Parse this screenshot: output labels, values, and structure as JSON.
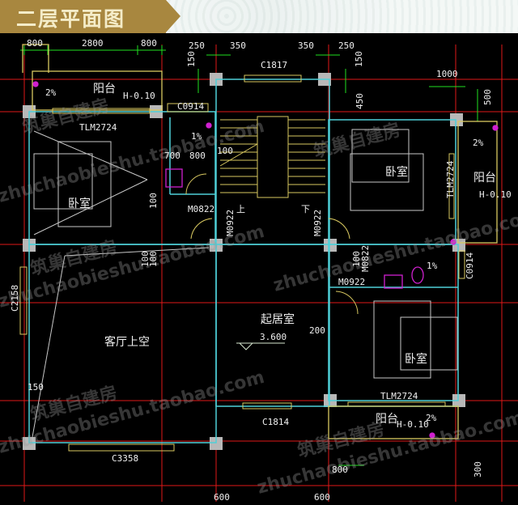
{
  "header": {
    "title": "二层平面图"
  },
  "dimensions": {
    "top_left": [
      "800",
      "2800",
      "800"
    ],
    "top_mid": [
      "250",
      "350",
      "350",
      "250"
    ],
    "side_150_left": "150",
    "side_150_right": "150",
    "d_450": "450",
    "d_1000": "1000",
    "d_500": "500",
    "d_100_stair": "100",
    "d_700": "700",
    "d_800_bath": "800",
    "d_100_a": "100",
    "d_100_b": "100",
    "d_100_c": "100",
    "d_100_d": "100",
    "d_200": "200",
    "d_150_living": "150",
    "d_800_bottom": "800",
    "d_300": "300",
    "d_600_a": "600",
    "d_600_b": "600"
  },
  "rooms": {
    "balcony_nw": {
      "label": "阳台",
      "elev": "H-0.10",
      "slope": "2%"
    },
    "bedroom_w": {
      "label": "卧室"
    },
    "bedroom_ne": {
      "label": "卧室"
    },
    "balcony_e": {
      "label": "阳台",
      "elev": "H-0.10",
      "slope": "2%"
    },
    "bath_nw": {
      "slope": "1%"
    },
    "bath_e": {
      "slope": "1%"
    },
    "living_void": {
      "label": "客厅上空"
    },
    "sitting_room": {
      "label": "起居室",
      "elev": "3.600"
    },
    "bedroom_se": {
      "label": "卧室"
    },
    "balcony_s": {
      "label": "阳台",
      "elev": "H-0.10",
      "slope": "2%"
    }
  },
  "stair": {
    "up": "上",
    "down": "下"
  },
  "openings": {
    "c1817": "C1817",
    "c0914_top": "C0914",
    "c0914_right": "C0914",
    "tlm_w": "TLM2724",
    "tlm_e": "TLM2724",
    "tlm_s": "TLM2724",
    "m0822_a": "M0822",
    "m0922_a": "M0922",
    "m0922_b": "M0922",
    "m0822_b": "M0822",
    "m0922_c": "M0922",
    "c2158": "C2158",
    "c3358": "C3358",
    "c1814": "C1814"
  },
  "watermark": {
    "cn": "筑巢自建房",
    "url": "zhuchaobieshu.taobao.com"
  },
  "colors": {
    "wall": "#4fd0d8",
    "axis": "#e01818",
    "dim": "#20e020",
    "window": "#d8c860",
    "fixture": "#d020d0",
    "column": "#b8b8b8"
  }
}
